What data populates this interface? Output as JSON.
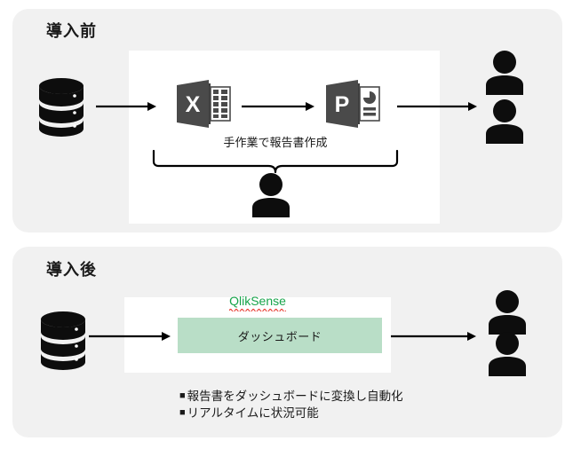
{
  "meta": {
    "diagram_kind": "before-after-flow",
    "background": "#ffffff",
    "card_bg": "#f1f1f1",
    "panel_bg": "#ffffff",
    "ink": "#1a1a1a",
    "office_tile": "#4a4a4a",
    "qlik_green": "#17a44a",
    "dashboard_green": "#b9dec7",
    "spellcheck_red": "#e8352b"
  },
  "before": {
    "title": "導入前",
    "database_label": "database-icon",
    "excel_letter": "X",
    "powerpoint_letter": "P",
    "brace_label": "手作業で報告書作成",
    "worker_label": "person-icon",
    "audience_label": "person-icon"
  },
  "after": {
    "title": "導入後",
    "database_label": "database-icon",
    "product_name": "QlikSense",
    "dashboard_label": "ダッシュボード",
    "bullets": [
      {
        "mark": "■",
        "text": "報告書をダッシュボードに変換し自動化"
      },
      {
        "mark": "■",
        "text": "リアルタイムに状況可能"
      }
    ],
    "audience_label": "person-icon"
  }
}
